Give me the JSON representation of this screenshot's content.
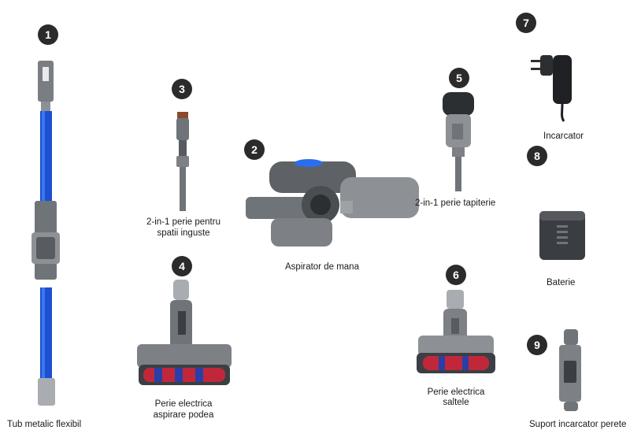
{
  "items": [
    {
      "number": "1",
      "label": "Tub metalic flexibil",
      "icon": "metal-tube-icon"
    },
    {
      "number": "2",
      "label": "Aspirator de mana",
      "icon": "handheld-vacuum-icon"
    },
    {
      "number": "3",
      "label_line1": "2-in-1 perie pentru",
      "label_line2": "spatii inguste",
      "icon": "crevice-brush-icon"
    },
    {
      "number": "4",
      "label_line1": "Perie electrica",
      "label_line2": "aspirare podea",
      "icon": "floor-brush-icon"
    },
    {
      "number": "5",
      "label": "2-in-1 perie tapiterie",
      "icon": "upholstery-brush-icon"
    },
    {
      "number": "6",
      "label_line1": "Perie electrica",
      "label_line2": "saltele",
      "icon": "mattress-brush-icon"
    },
    {
      "number": "7",
      "label": "Incarcator",
      "icon": "charger-icon"
    },
    {
      "number": "8",
      "label": "Baterie",
      "icon": "battery-icon"
    },
    {
      "number": "9",
      "label": "Suport incarcator perete",
      "icon": "wall-mount-icon"
    }
  ],
  "colors": {
    "badge": "#2b2b2b",
    "tube_blue": "#1d4fd1",
    "metal_grey": "#6f7479",
    "accent_blue": "#2a6ef0",
    "roller_red": "#c0283a"
  }
}
